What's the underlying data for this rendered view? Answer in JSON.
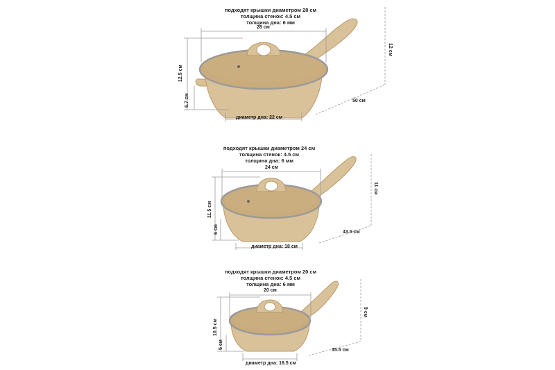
{
  "pans": [
    {
      "lid_fit": "подходят крышки диаметром 28 см",
      "wall": "толщина стенок: 4.5 см",
      "bottom": "толщина дна: 6 мм",
      "diameter": "28 см",
      "total_height": "12.5 см",
      "wall_height": "6.7 см",
      "base_diameter": "диаметр дна: 22 см",
      "length": "50 см",
      "handle_height": "12 см"
    },
    {
      "lid_fit": "подходят крышки диаметром 24 см",
      "wall": "толщина стенок: 4.5 см",
      "bottom": "толщина дна: 6 мм",
      "diameter": "24 см",
      "total_height": "11.5 см",
      "wall_height": "6 см",
      "base_diameter": "диаметр дна: 18 см",
      "length": "43.5 см",
      "handle_height": "11 см"
    },
    {
      "lid_fit": "подходят крышки диаметром 20 см",
      "wall": "толщина стенок: 4.5 см",
      "bottom": "толщина дна: 6 мм",
      "diameter": "20 см",
      "total_height": "10.5 см",
      "wall_height": "5 см",
      "base_diameter": "диаметр дна: 16.5 см",
      "length": "35.5 см",
      "handle_height": "9 см"
    }
  ],
  "colors": {
    "stone": "#d9c29a",
    "stone_dark": "#b89a6a",
    "glass": "#c9ab7c",
    "rim": "#9a9a9a",
    "dim_line": "#9a9a9a"
  }
}
